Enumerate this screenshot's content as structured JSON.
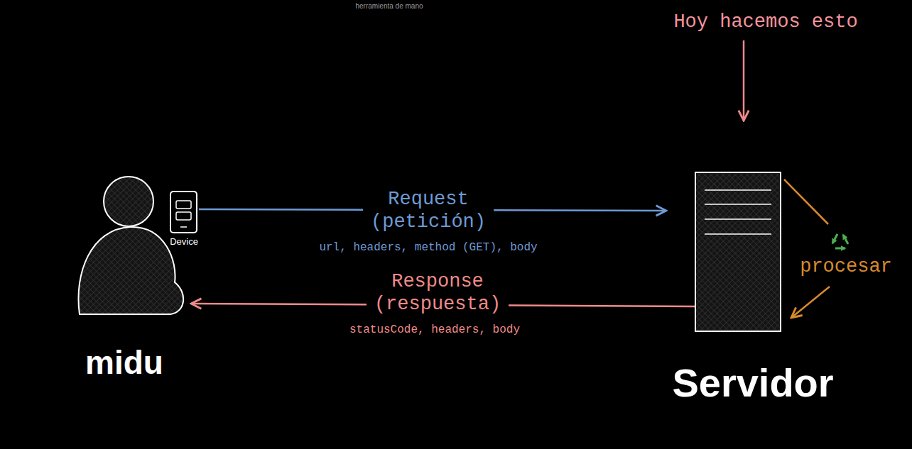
{
  "diagram": {
    "nodes": [
      {
        "text": [
          "midu"
        ]
      },
      {
        "text": [
          "Device"
        ]
      },
      {
        "text": [
          "Servidor"
        ]
      }
    ],
    "edges": [
      {
        "from": 1,
        "to": 2,
        "arrow": "to",
        "label": "Request (petición)"
      },
      {
        "from": 2,
        "to": 0,
        "arrow": "to",
        "label": "Response (respuesta)"
      }
    ],
    "labels": [
      "herramienta de mano",
      "Hoy hacemos esto",
      "url, headers, method (GET), body",
      "statusCode, headers, body",
      "procesar"
    ]
  }
}
